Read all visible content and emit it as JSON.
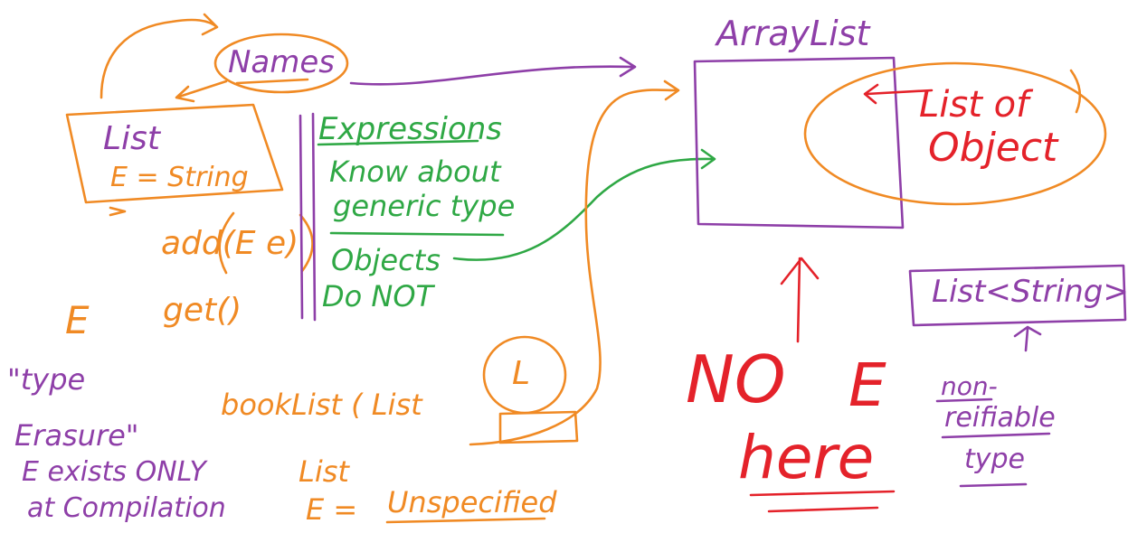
{
  "colors": {
    "purple": "#8e3fa8",
    "orange": "#f08a24",
    "green": "#2fa845",
    "red": "#e4222a"
  },
  "labels": {
    "names": "Names",
    "list": "List",
    "e_string": "E = String",
    "add": "add(E e)",
    "e": "E",
    "get": "get()",
    "expressions": "Expressions",
    "know_about": "Know about",
    "generic_type": "generic type",
    "objects": "Objects",
    "do_not": "Do NOT",
    "type_erasure_1": "\"type",
    "type_erasure_2": "Erasure\"",
    "e_exists_only": "E exists ONLY",
    "at_compilation": "at Compilation",
    "booklist": "bookList ( List",
    "booklist_L": "L",
    "list2": "List",
    "e_unspecified_prefix": "E =",
    "unspecified": "Unspecified",
    "arraylist": "ArrayList",
    "list_of": "List of",
    "object": "Object",
    "no": "NO",
    "big_e": "E",
    "here": "here",
    "list_string": "List<String>",
    "non": "non-",
    "reifiable": "reifiable",
    "type": "type"
  }
}
